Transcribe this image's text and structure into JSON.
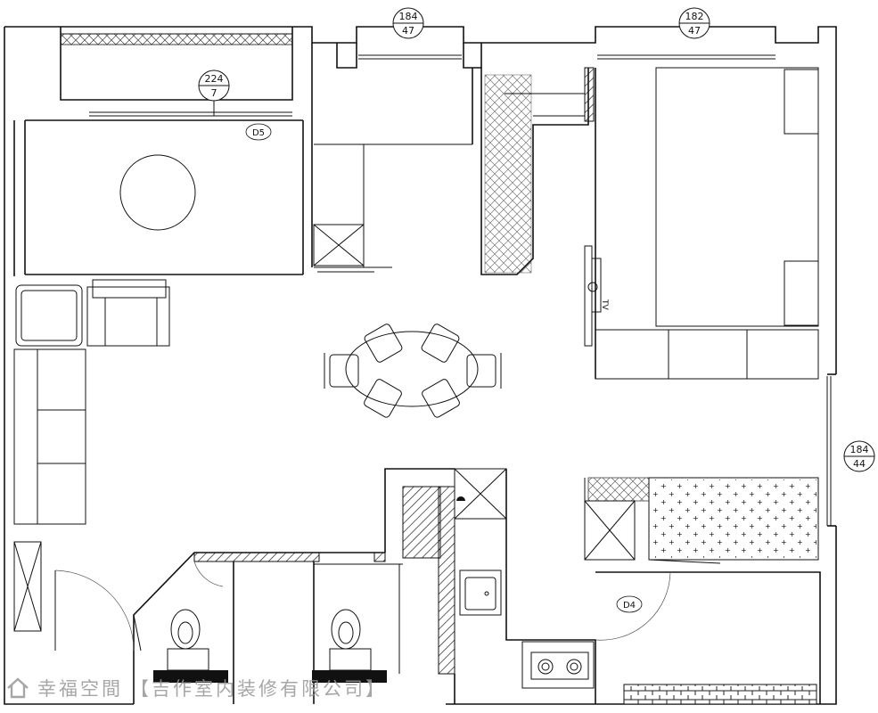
{
  "window_tags": [
    {
      "id": "window-tag-top-left",
      "width": "184",
      "height": "47"
    },
    {
      "id": "window-tag-top-right",
      "width": "182",
      "height": "47"
    },
    {
      "id": "window-tag-balcony",
      "width": "224",
      "height": "7"
    },
    {
      "id": "window-tag-right",
      "width": "184",
      "height": "44"
    }
  ],
  "door_tags": {
    "balcony": "D5",
    "bedroom": "D4"
  },
  "tv_label": "TV",
  "watermark": {
    "brand": "幸福空間",
    "company": "【吉作室内装修有限公司】"
  }
}
